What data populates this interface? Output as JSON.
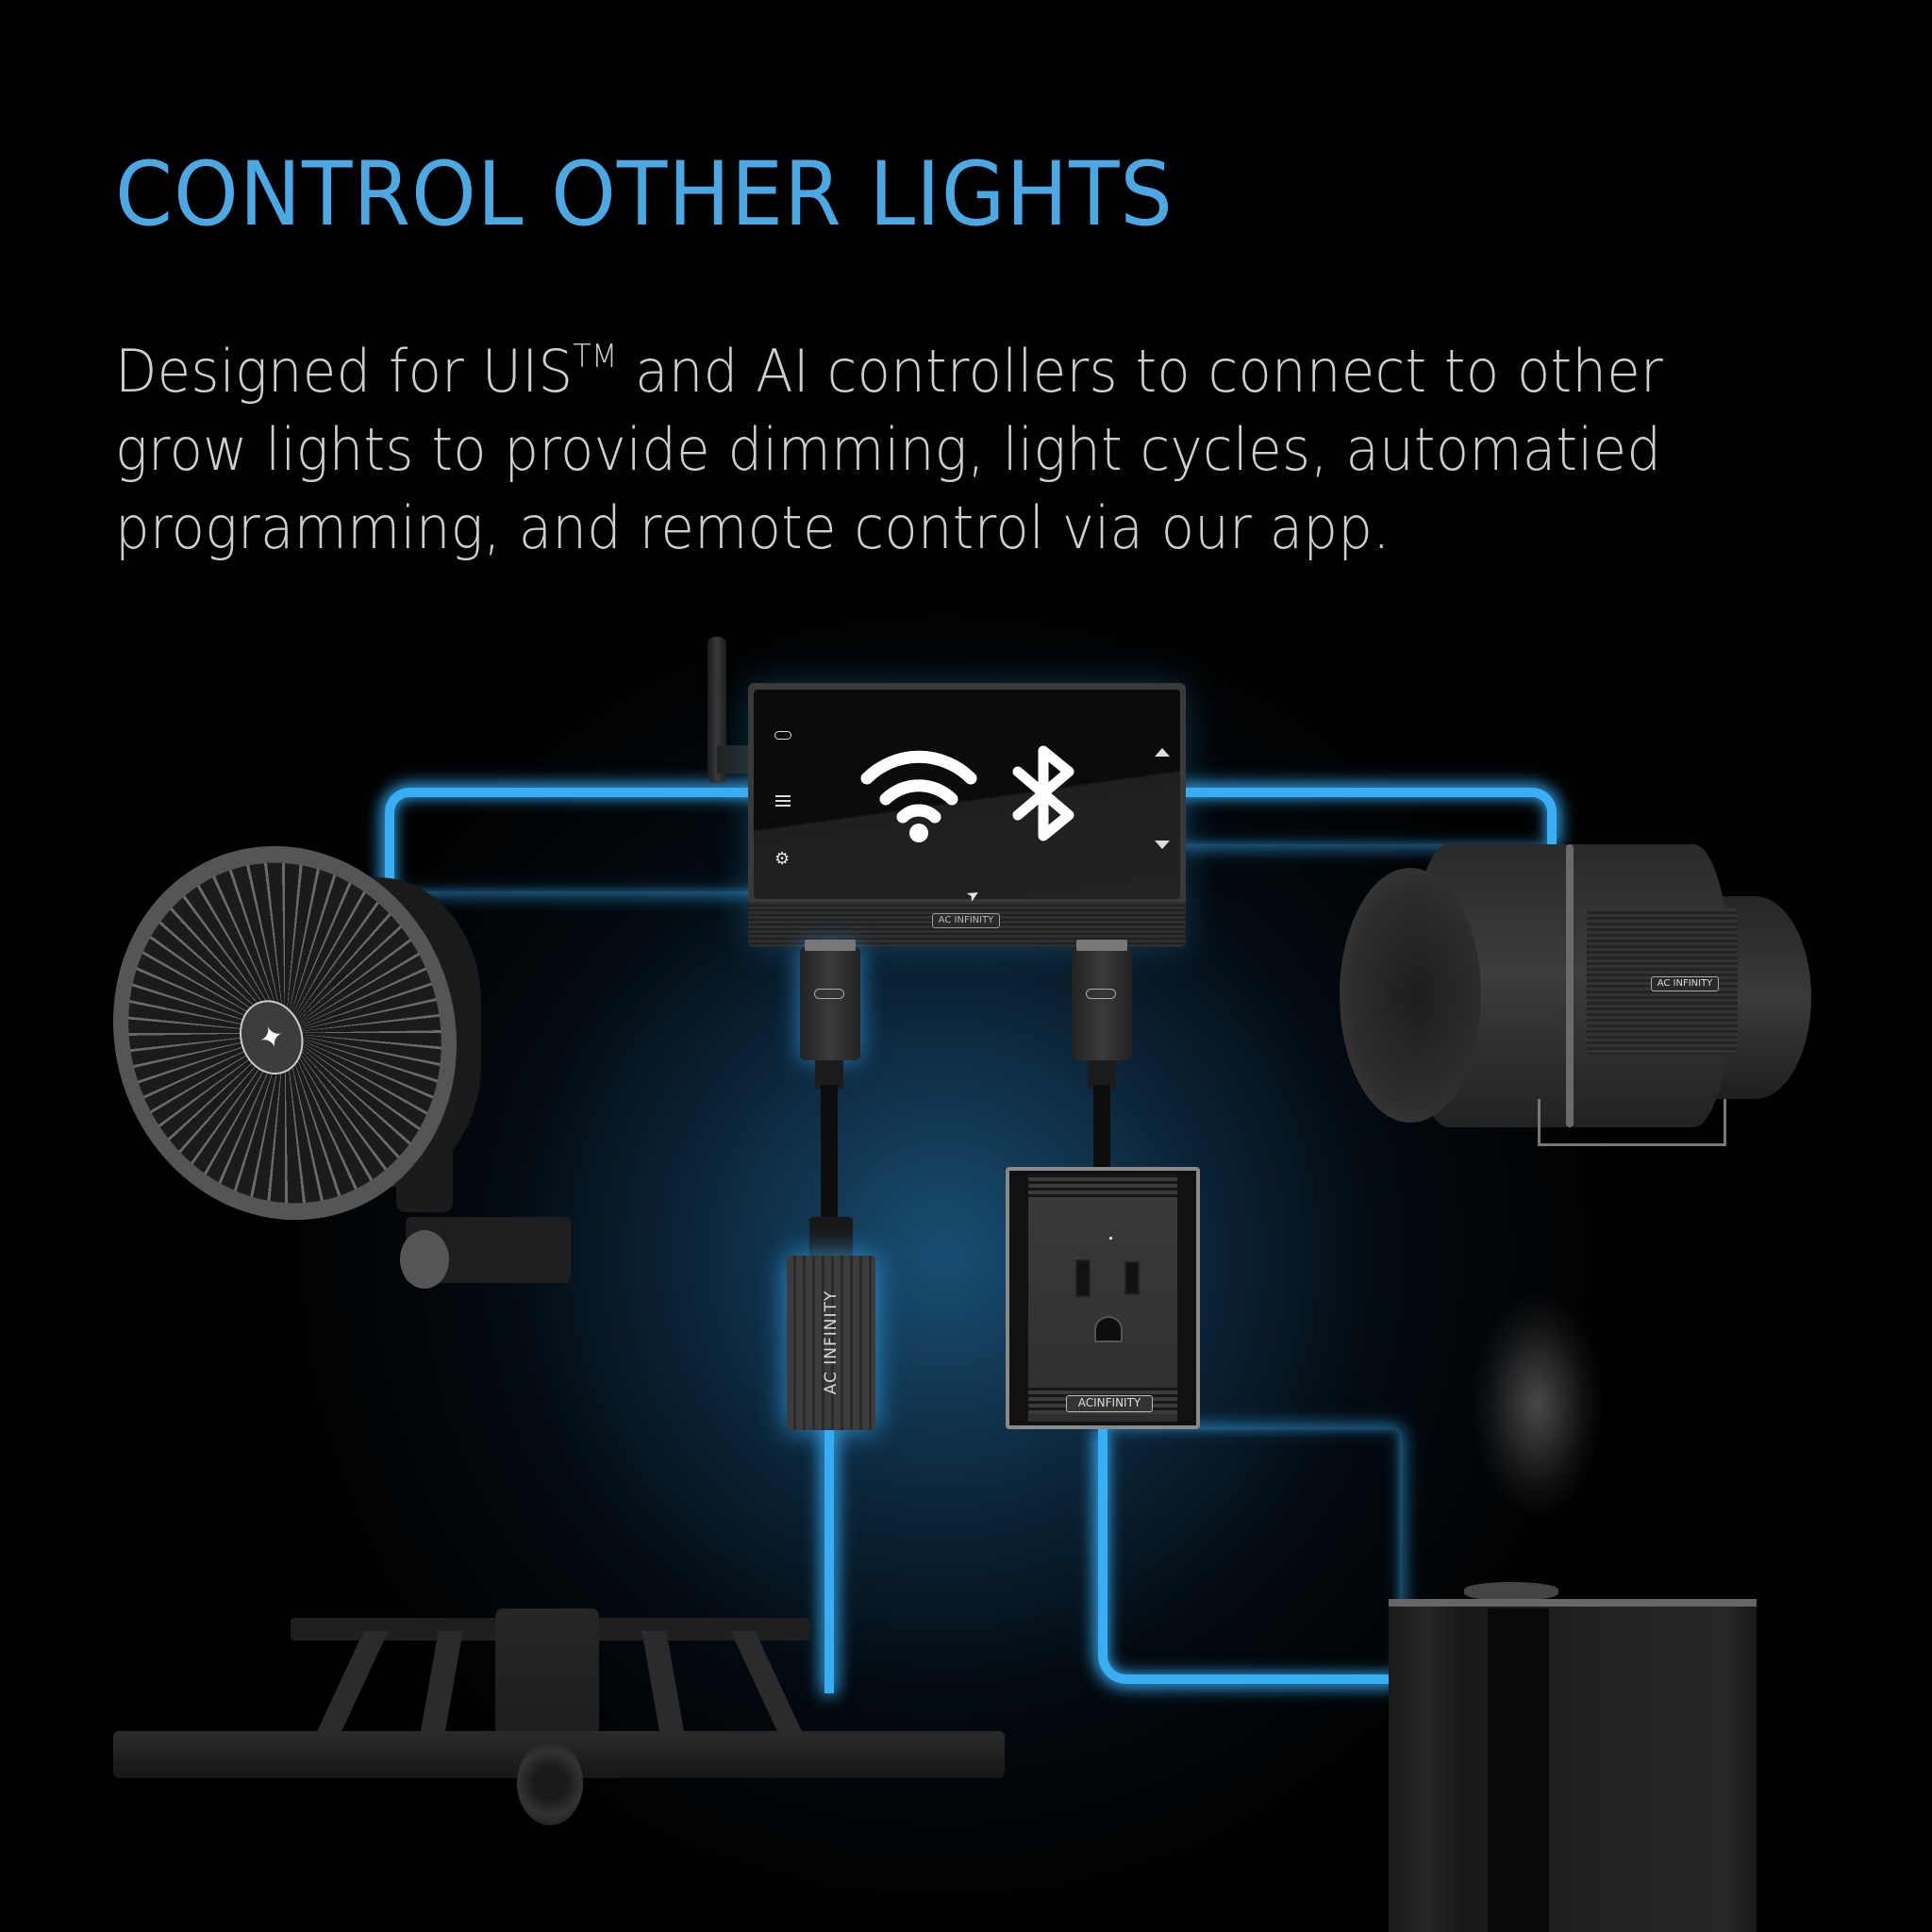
{
  "headline": {
    "title": "CONTROL OTHER LIGHTS",
    "description_part1": "Designed for UIS",
    "description_tm": "TM",
    "description_part2": " and AI controllers to connect to other grow lights to provide dimming, light cycles, automatied programming, and remote control via our app."
  },
  "colors": {
    "accent": "#4ba8e3",
    "wire_glow": "#3aaef5",
    "background": "#000000",
    "body_text": "#cfcfcf"
  },
  "controller": {
    "brand_label": "AC INFINITY",
    "screen_icons": [
      "wifi-icon",
      "bluetooth-icon"
    ],
    "side_buttons_left": [
      "toggle-icon",
      "menu-icon",
      "gear-icon"
    ],
    "side_buttons_right": [
      "chevron-up-icon",
      "chevron-down-icon"
    ],
    "bottom_icon": "navigation-arrow-icon"
  },
  "devices": {
    "fan": {
      "hub_logo": "AC Infinity wing logo"
    },
    "inline_fan": {
      "brand_label": "AC INFINITY"
    },
    "dimming_adapter": {
      "brand_label": "AC INFINITY"
    },
    "smart_outlet": {
      "brand_label": "ACINFINITY"
    },
    "grow_light": {},
    "humidifier": {}
  },
  "glyphs": {
    "gear": "⚙",
    "nav": "➤",
    "fan_logo": "✦"
  }
}
